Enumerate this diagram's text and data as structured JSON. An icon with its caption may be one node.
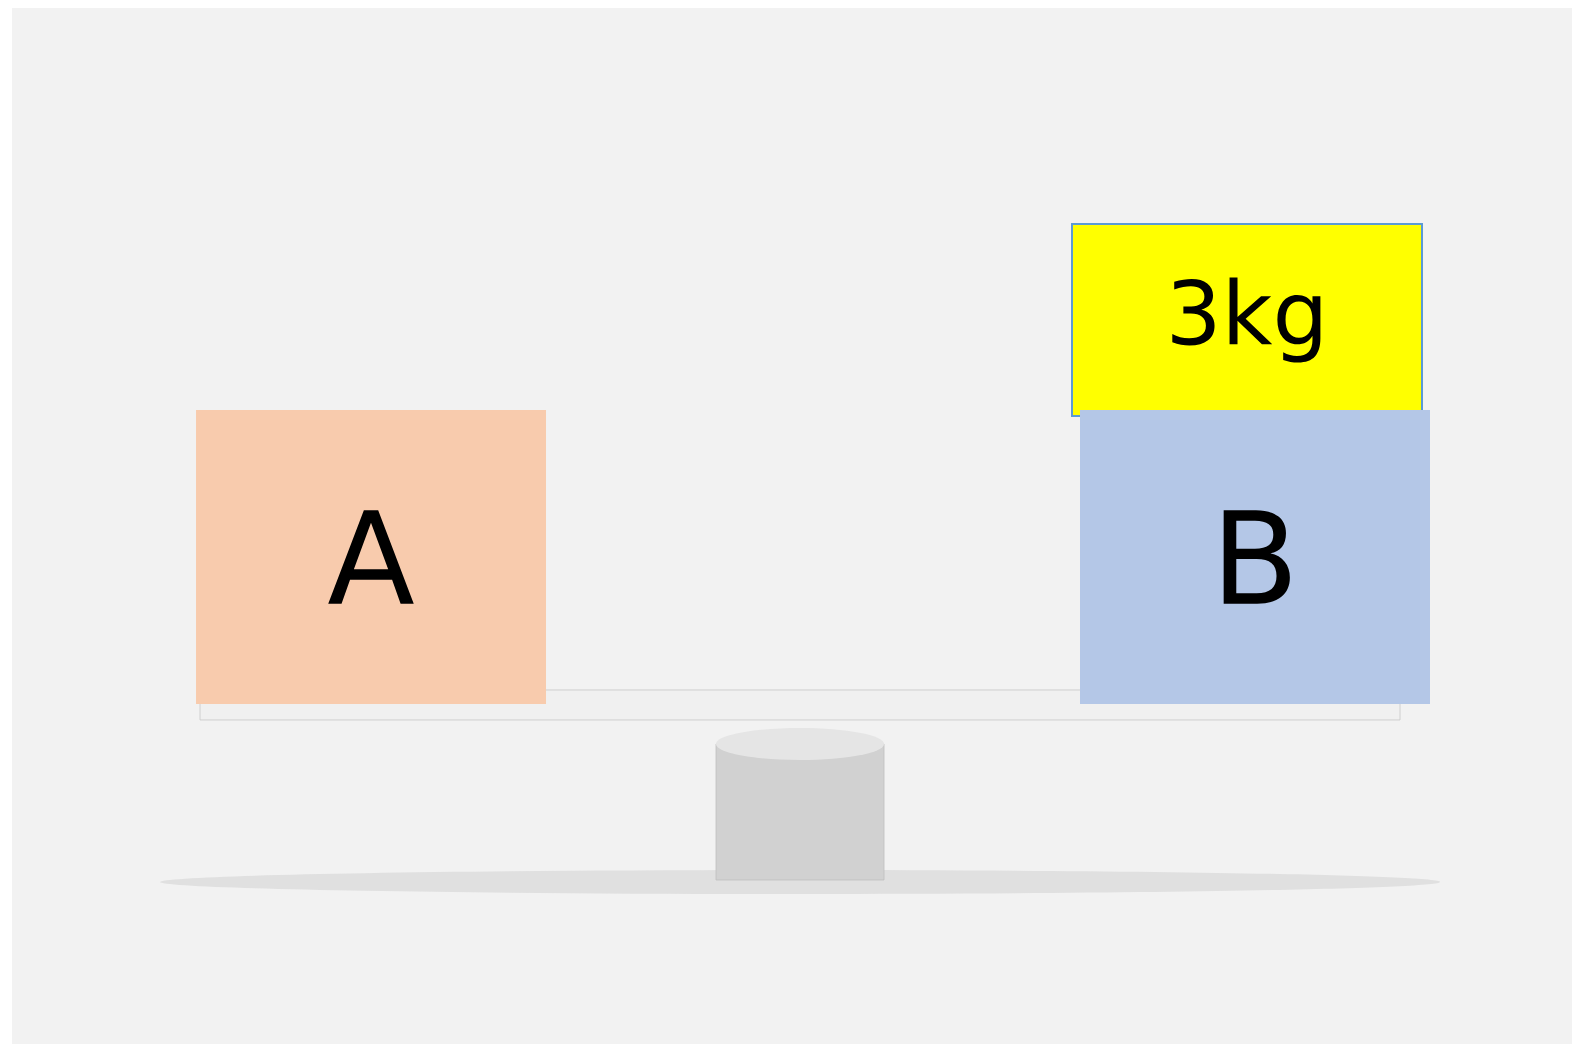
{
  "diagram": {
    "nodes": [
      {
        "text": [
          "A"
        ]
      },
      {
        "text": [
          "3kg"
        ]
      },
      {
        "text": [
          "B"
        ]
      }
    ]
  }
}
